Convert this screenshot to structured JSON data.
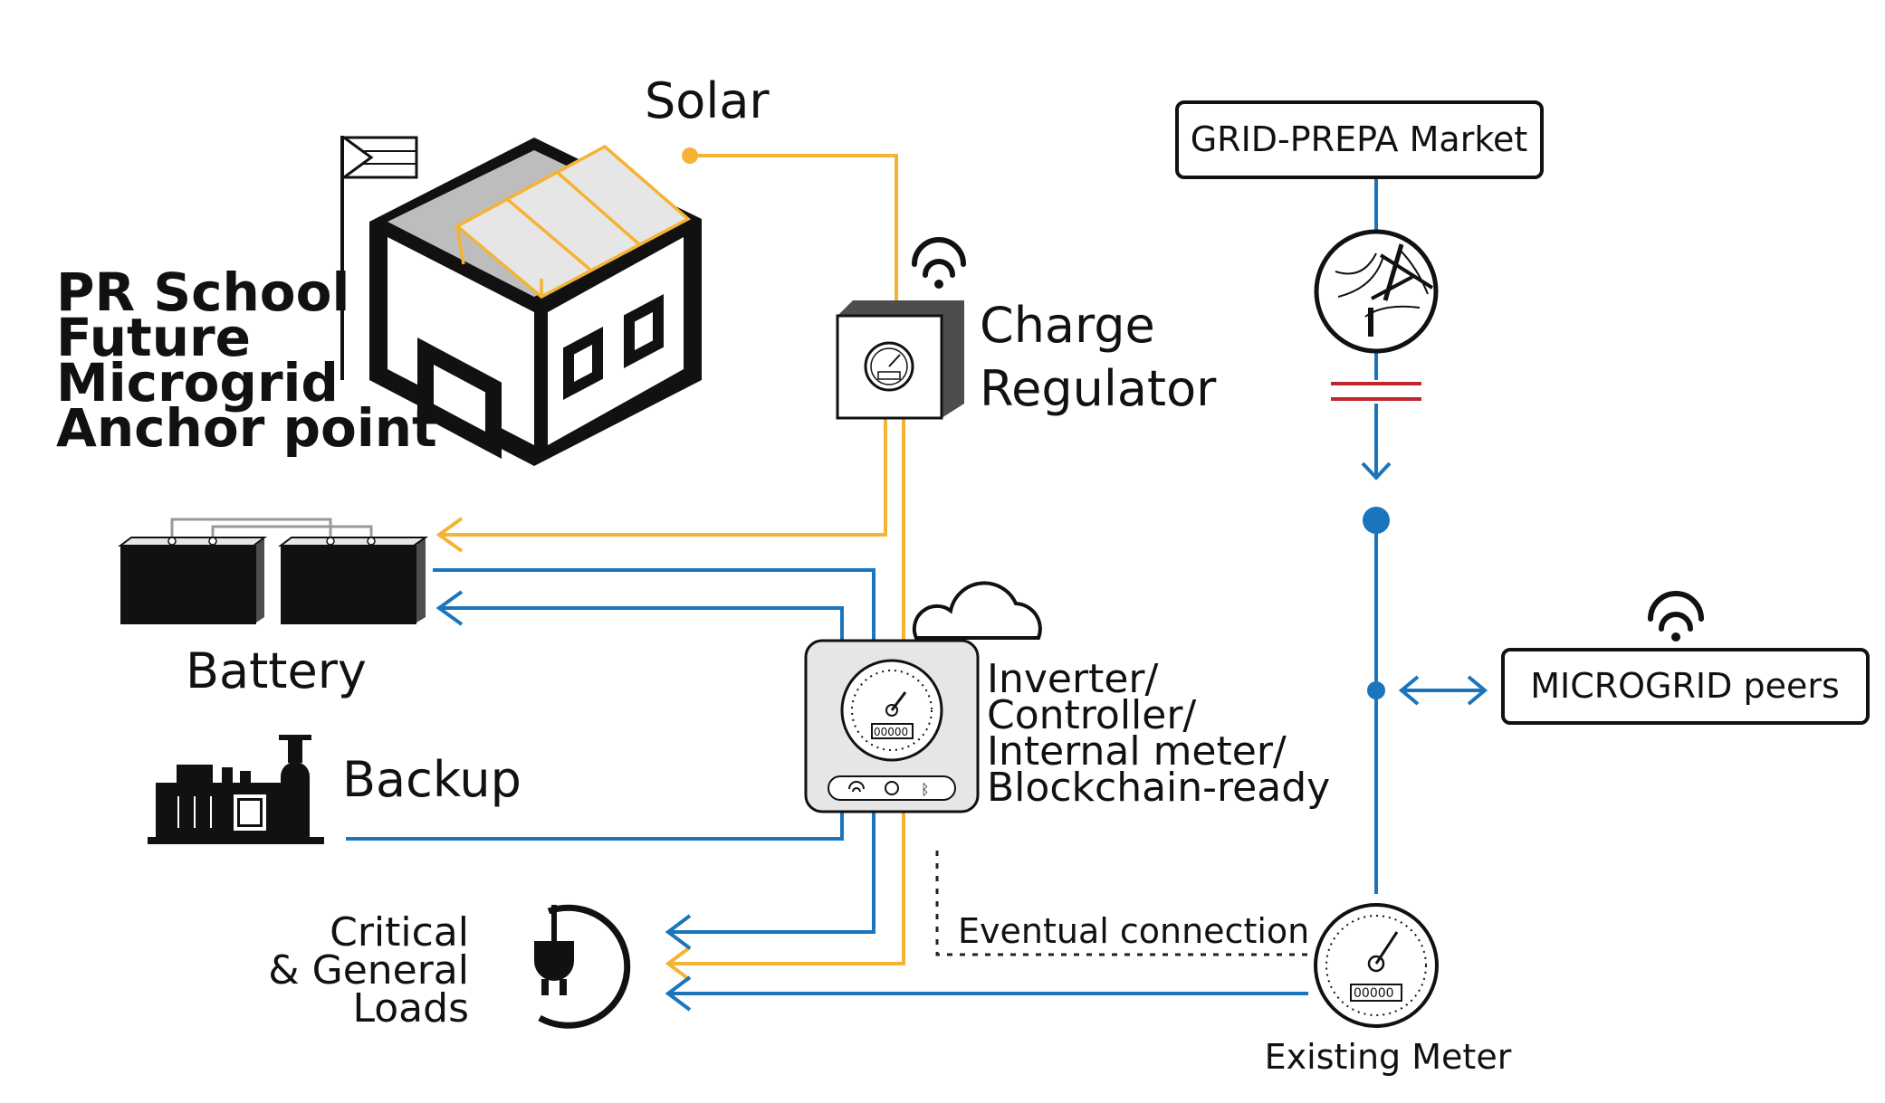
{
  "colors": {
    "solar_line": "#F5B335",
    "grid_line": "#1B75BC",
    "grid_break": "#C1272D",
    "dark": "#111111",
    "panel_fill": "#E6E6E6",
    "roof_fill": "#BDBDBD"
  },
  "labels": {
    "solar": "Solar",
    "title_line1": "PR School",
    "title_line2": "Future",
    "title_line3": "Microgrid",
    "title_line4": "Anchor point",
    "charge_line1": "Charge",
    "charge_line2": "Regulator",
    "battery": "Battery",
    "backup": "Backup",
    "inverter_line1": "Inverter/",
    "inverter_line2": "Controller/",
    "inverter_line3": "Internal meter/",
    "inverter_line4": "Blockchain-ready",
    "loads_line1": "Critical",
    "loads_line2": "& General",
    "loads_line3": "Loads",
    "grid_market": "GRID-PREPA Market",
    "microgrid_peers": "MICROGRID peers",
    "eventual_connection": "Eventual connection",
    "existing_meter": "Existing Meter",
    "meter_digits": "00000"
  },
  "icons": [
    "school-building-icon",
    "flag-icon",
    "solar-panel-icon",
    "wifi-icon",
    "charge-regulator-icon",
    "battery-icon",
    "generator-icon",
    "cloud-icon",
    "inverter-icon",
    "bluetooth-icon",
    "plug-icon",
    "power-pole-icon",
    "meter-icon"
  ]
}
